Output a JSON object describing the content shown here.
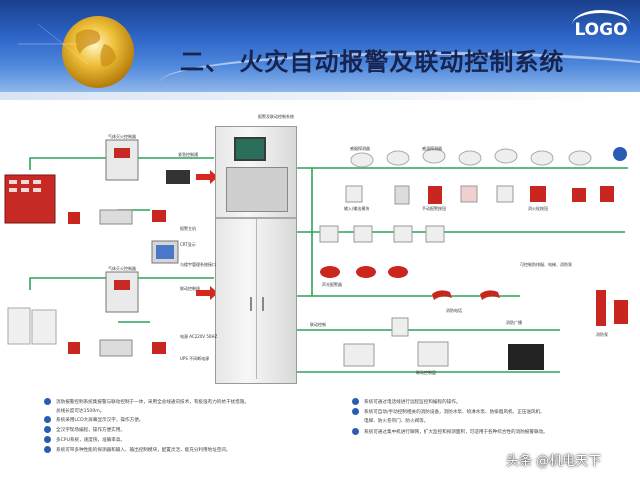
{
  "header": {
    "title": "二、 火灾自动报警及联动控制系统",
    "logo_text": "LOGO"
  },
  "colors": {
    "header_blue": "#2c63c5",
    "bus_green": "#2fa35a",
    "arrow_red": "#d7281f",
    "device_red": "#c8261e"
  },
  "diagram": {
    "labels": {
      "top_left_ctrl": "气体灭火控制器",
      "cabinet_title": "报警及联动控制系统",
      "phone_line": "紧急控制通",
      "relay": "报警主机",
      "crt": "CRT显示",
      "printer": "与楼宇管理系统接口",
      "line1": "联动控制线",
      "power": "电源 AC220V 50HZ",
      "standby": "UPS 不间断电源",
      "lower_ctrl": "气体灭火控制器",
      "smoke": "感烟探测器",
      "heat": "感温探测器",
      "module": "输入/输出模块",
      "manual": "手动报警按钮",
      "hydrant": "消火栓按钮",
      "horn": "声光报警器",
      "phone": "消防电话",
      "fan_ctrl": "可控制防排烟、电梯、消防泵",
      "pump": "消防泵",
      "broadcast": "消防广播",
      "linkage": "联动控制",
      "box": "联动控制盘"
    }
  },
  "notes": [
    "消防报警控制系统集报警与联动控制于一体，采用全总线通讯技术，有极强有力的抗干扰措施。",
    "总线长度可达1500m。",
    "系统采用LCD大屏幕显示汉字，操作方便。",
    "全汉字现场编程，操作方便实用。",
    "多CPU系统，速度快，准确率高。",
    "系统可带多种性能的探测器和输入、输出控制模块，配置灵活，能充分利用地址空间。",
    "系统可通过电话线进行远程监控和编程的操作。",
    "系统可自动/手动控制相关的消防设备，消防水泵、喷淋水泵、防排烟风机、正压送风机、",
    "电梯、防火卷帘门、防火阀等。",
    "系统可通过集中机进行联网，扩大监控和探测面积，可适用于各种综合性的消防报警联动。"
  ],
  "watermark": "头条 @机电天下"
}
